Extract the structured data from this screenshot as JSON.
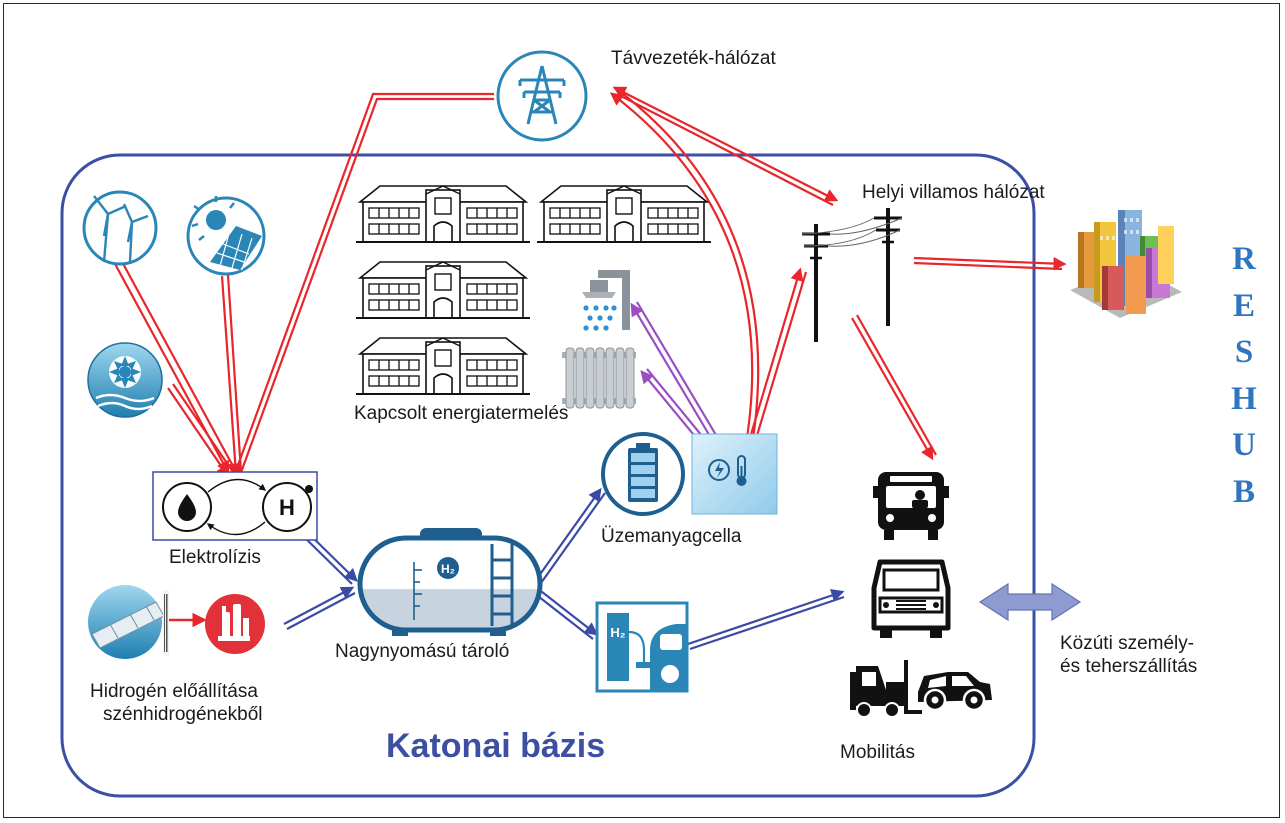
{
  "labels": {
    "transmission": "Távvezeték-hálózat",
    "local_grid": "Helyi villamos hálózat",
    "chp": "Kapcsolt energiatermelés",
    "electrolysis": "Elektrolízis",
    "fuel_cell": "Üzemanyagcella",
    "storage": "Nagynyomású tároló",
    "hc_line1": "Hidrogén előállítása",
    "hc_line2": "szénhidrogénekből",
    "base": "Katonai bázis",
    "mobility": "Mobilitás",
    "transport_line1": "Közúti személy-",
    "transport_line2": "és teherszállítás",
    "electrolysis_h": "H",
    "tank_h2": "H₂",
    "station_h2": "H₂"
  },
  "reshub_letters": [
    "R",
    "E",
    "S",
    "H",
    "U",
    "B"
  ],
  "colors": {
    "electric_arrow": "#e8262b",
    "hydrogen_arrow": "#3b4aa5",
    "heat_arrow": "#9a4ec2",
    "base_border": "#3d4fa3",
    "icon_blue": "#2b86b8",
    "reshub_text": "#2f75c0",
    "bidirectional_arrow": "#8e9bd0"
  },
  "icons": [
    "transmission-tower-icon",
    "wind-turbine-icon",
    "solar-panel-icon",
    "hydro-turbine-icon",
    "building-icon",
    "shower-icon",
    "radiator-icon",
    "power-pole-icon",
    "city-icon",
    "electrolysis-cell-icon",
    "pipeline-icon",
    "refinery-icon",
    "hydrogen-tank-icon",
    "battery-icon",
    "fuel-cell-heat-icon",
    "hydrogen-station-icon",
    "bus-icon",
    "truck-icon",
    "forklift-icon",
    "car-icon"
  ]
}
